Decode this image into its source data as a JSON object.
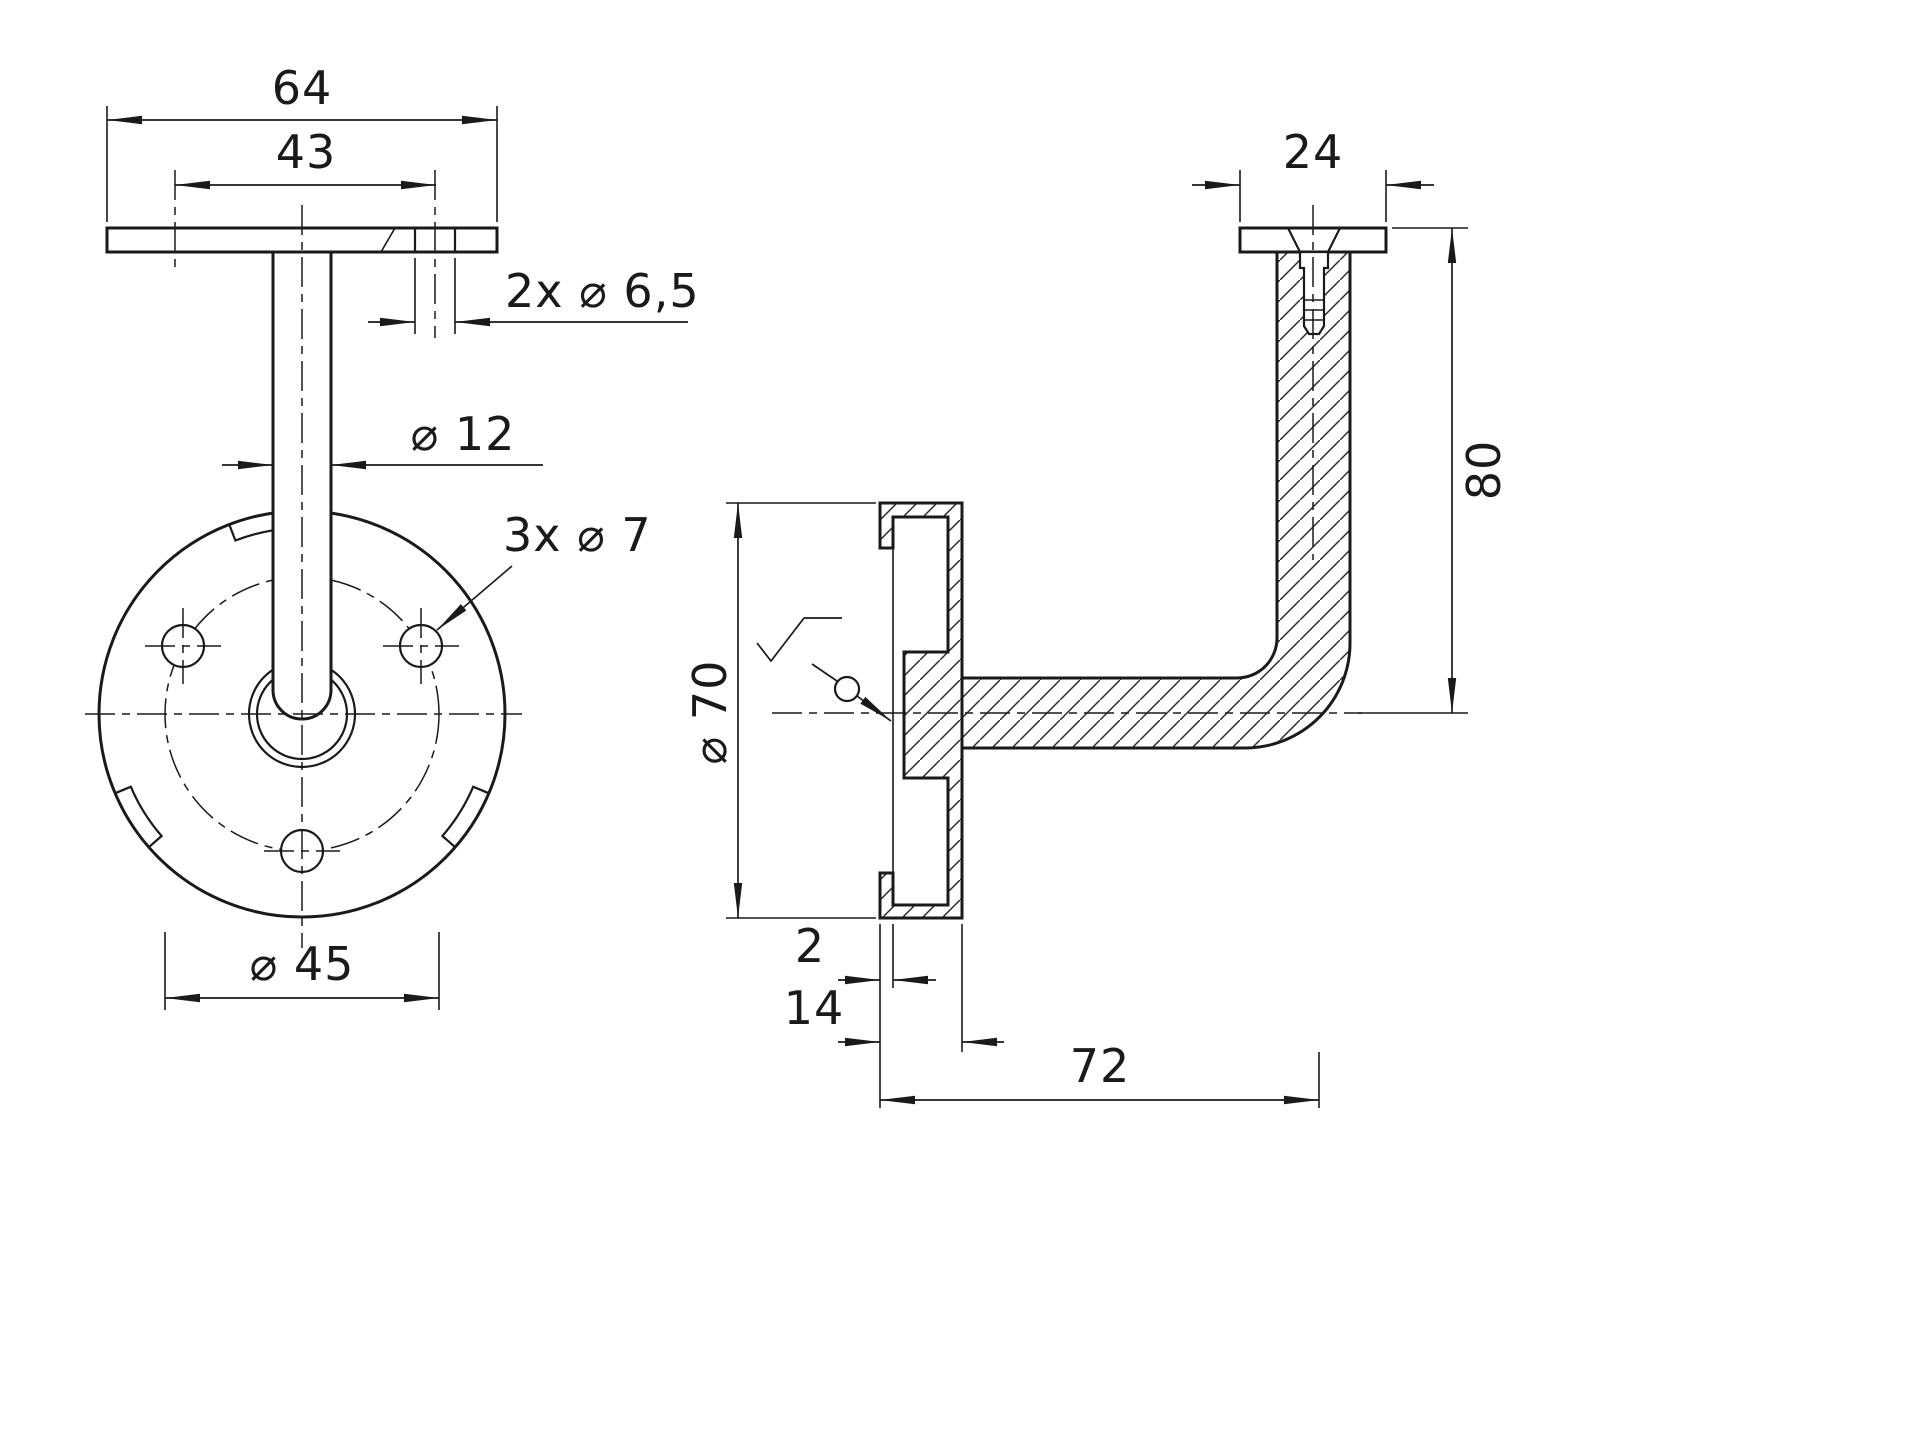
{
  "meta": {
    "background": "#ffffff",
    "ink": "#1a1a1a",
    "drawing_type": "handrail-bracket-two-view"
  },
  "front": {
    "plate_width": "64",
    "hole_spacing": "43",
    "saddle_holes": "2x ⌀ 6,5",
    "post_diameter": "⌀ 12",
    "flange_holes": "3x ⌀ 7",
    "bolt_circle": "⌀ 45"
  },
  "side": {
    "saddle_width": "24",
    "height": "80",
    "flange_diameter": "⌀ 70",
    "sheet_thickness": "2",
    "flange_depth": "14",
    "wall_to_axis": "72"
  }
}
